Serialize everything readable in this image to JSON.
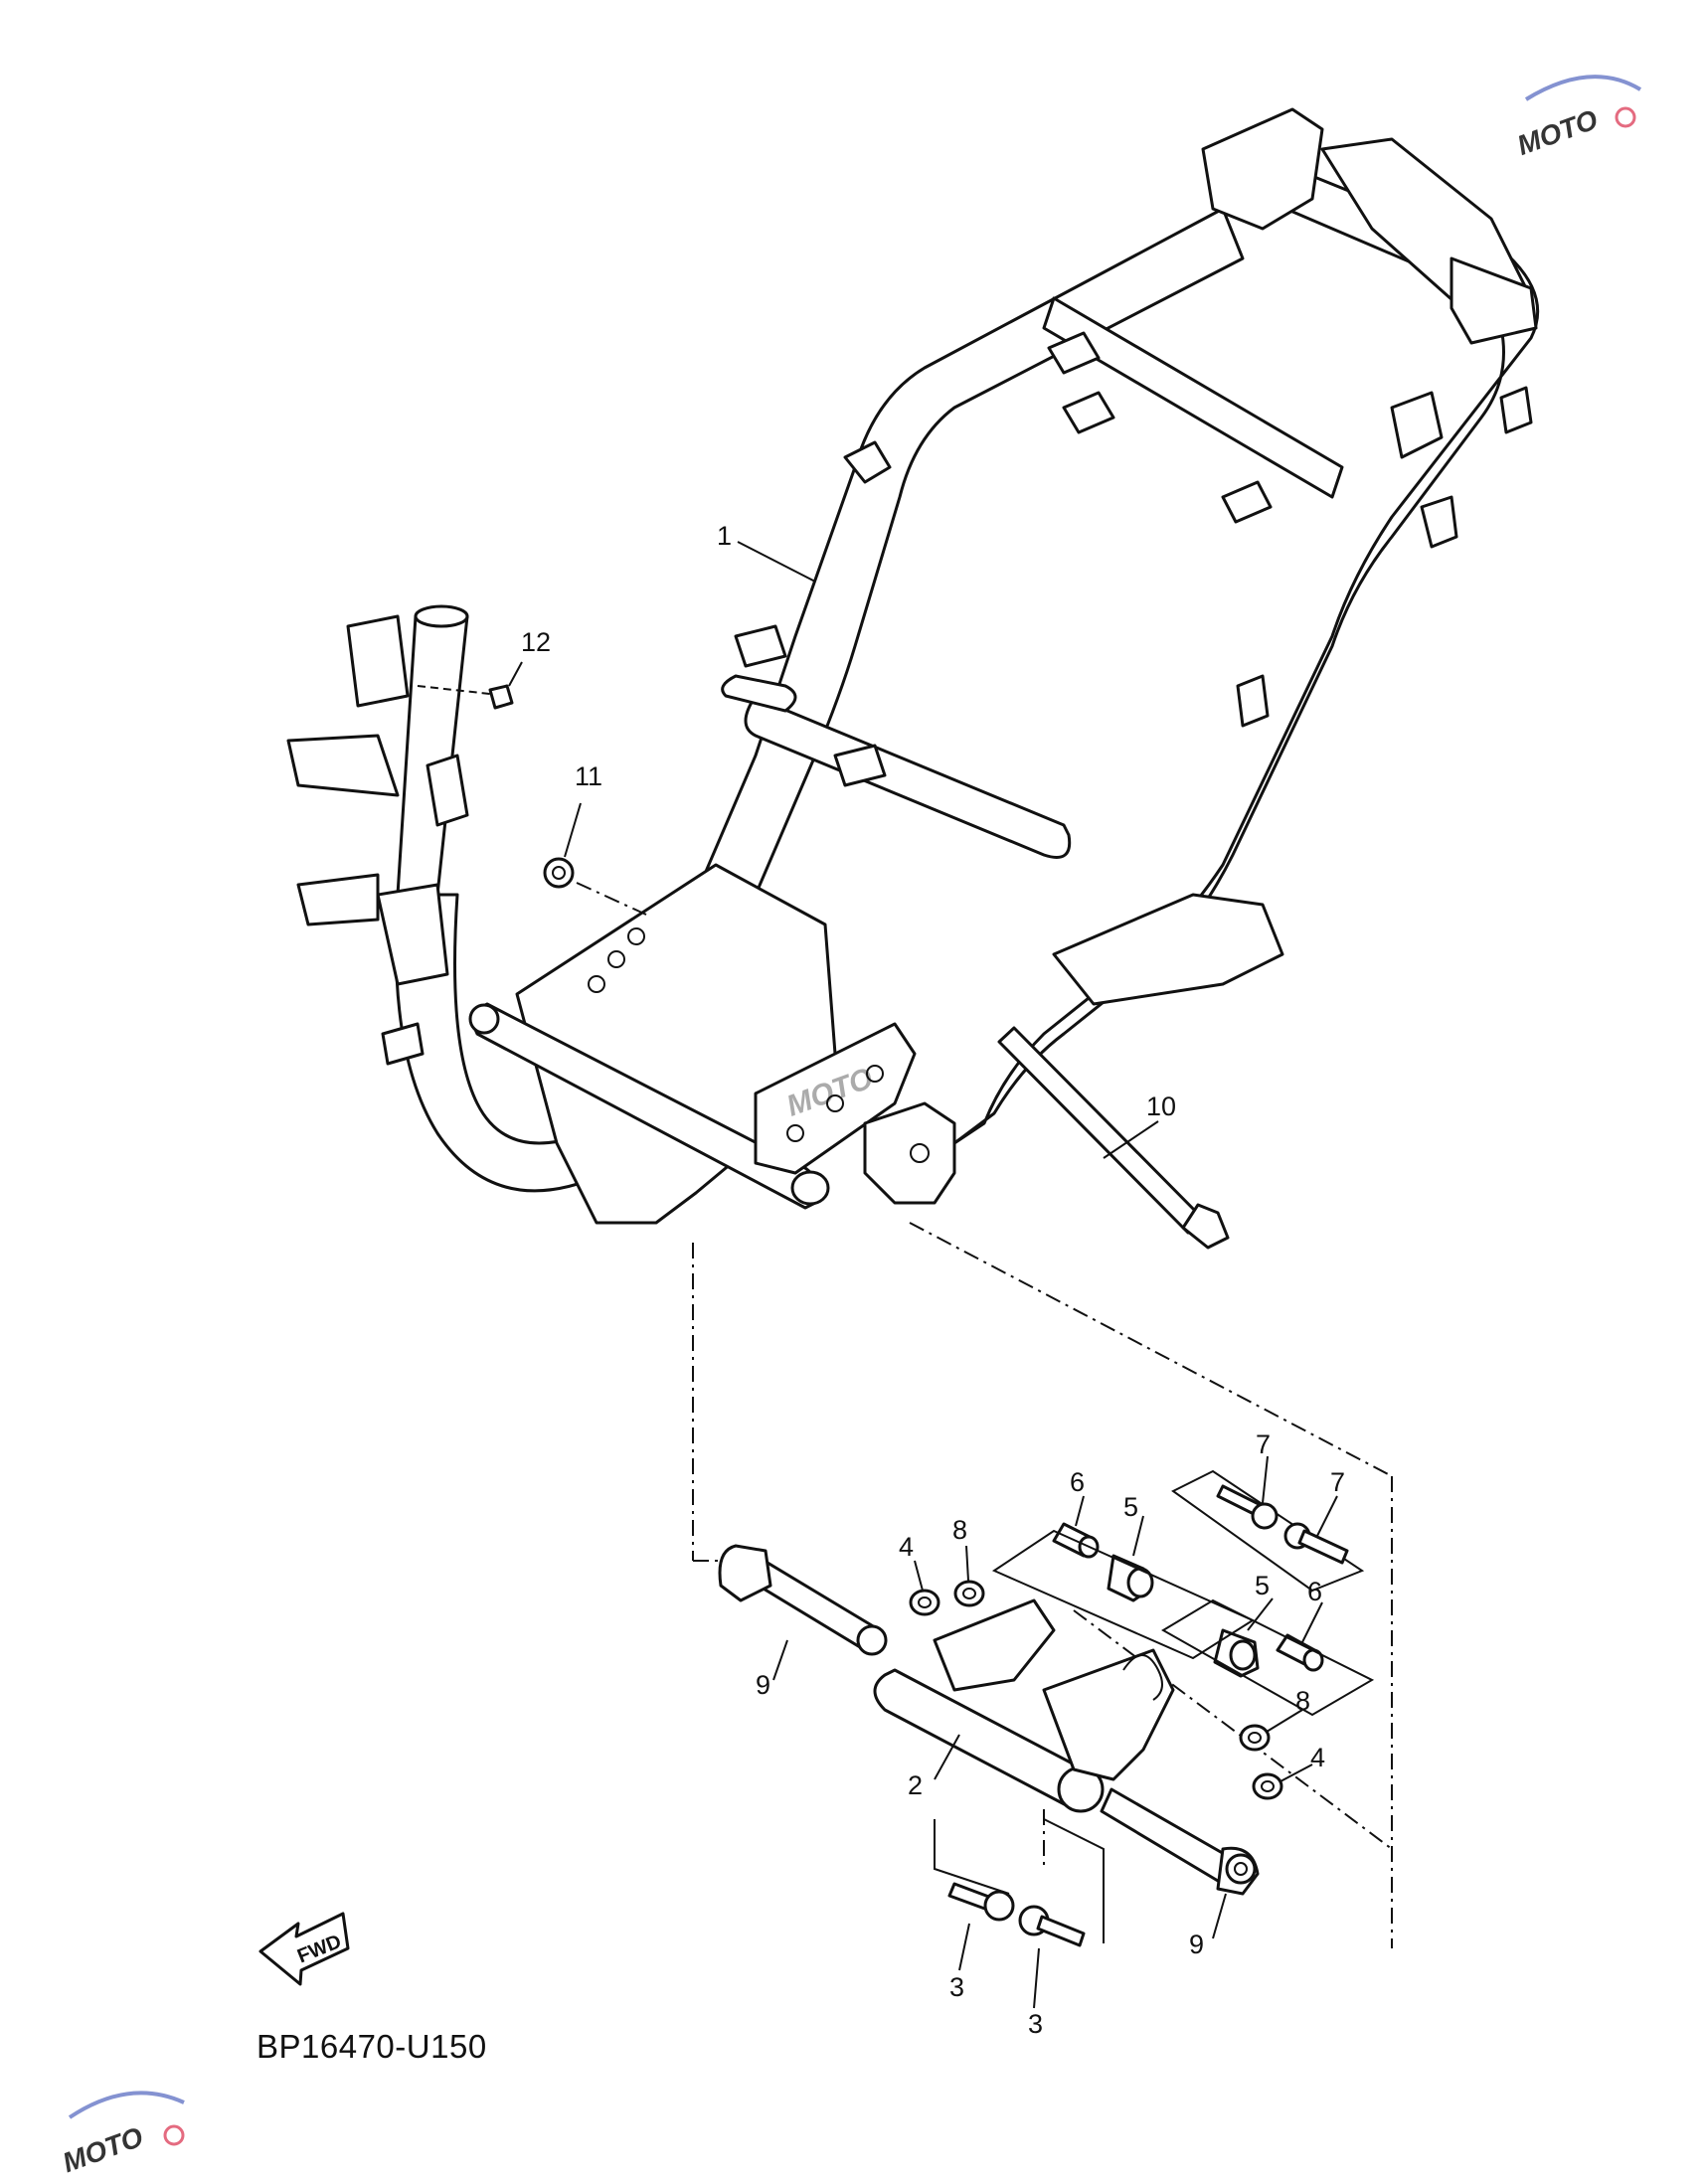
{
  "diagram": {
    "code": "BP16470-U150",
    "fwd_label": "FWD",
    "watermark_text": "MOTO"
  },
  "callouts": [
    {
      "id": "c1",
      "label": "1"
    },
    {
      "id": "c2",
      "label": "2"
    },
    {
      "id": "c3a",
      "label": "3"
    },
    {
      "id": "c3b",
      "label": "3"
    },
    {
      "id": "c4a",
      "label": "4"
    },
    {
      "id": "c4b",
      "label": "4"
    },
    {
      "id": "c5a",
      "label": "5"
    },
    {
      "id": "c5b",
      "label": "5"
    },
    {
      "id": "c6a",
      "label": "6"
    },
    {
      "id": "c6b",
      "label": "6"
    },
    {
      "id": "c7a",
      "label": "7"
    },
    {
      "id": "c7b",
      "label": "7"
    },
    {
      "id": "c8a",
      "label": "8"
    },
    {
      "id": "c8b",
      "label": "8"
    },
    {
      "id": "c9a",
      "label": "9"
    },
    {
      "id": "c9b",
      "label": "9"
    },
    {
      "id": "c10",
      "label": "10"
    },
    {
      "id": "c11",
      "label": "11"
    },
    {
      "id": "c12",
      "label": "12"
    }
  ],
  "colors": {
    "ink": "#111111",
    "background": "#ffffff",
    "watermark_red": "#e0526a",
    "watermark_blue": "#6f7fc9"
  }
}
